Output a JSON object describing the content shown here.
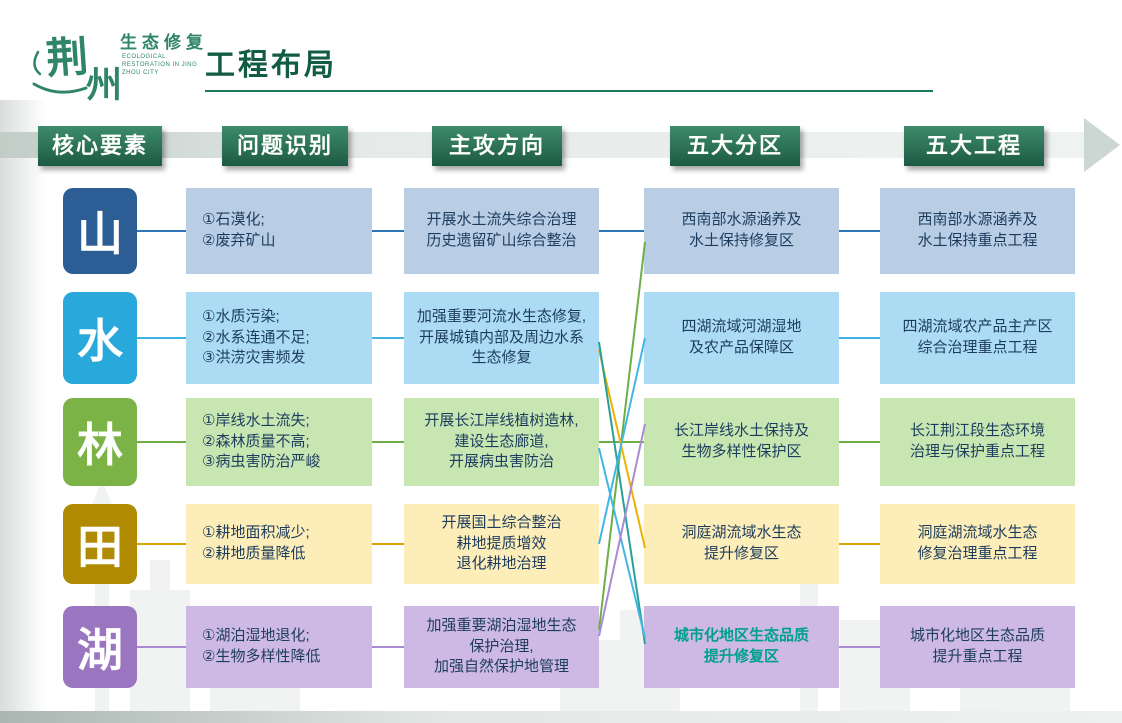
{
  "header": {
    "logo": {
      "char_top": "荆",
      "char_bottom": "州",
      "tagline": "生态修复",
      "subtext": "ECOLOGICAL RESTORATION IN JING ZHOU CITY"
    },
    "title": "工程布局"
  },
  "columns": [
    "核心要素",
    "问题识别",
    "主攻方向",
    "五大分区",
    "五大工程"
  ],
  "rows": [
    {
      "element": "山",
      "problems": "①石漠化;\n②废弃矿山",
      "direction": "开展水土流失综合治理\n历史遗留矿山综合整治",
      "zone": "西南部水源涵养及\n水土保持修复区",
      "project": "西南部水源涵养及\n水土保持重点工程",
      "colors": {
        "icon": "#2c5d94",
        "box": "#b9cde4",
        "line": "#2e75b6"
      }
    },
    {
      "element": "水",
      "problems": "①水质污染;\n②水系连通不足;\n③洪涝灾害频发",
      "direction": "加强重要河流水生态修复,\n开展城镇内部及周边水系\n生态修复",
      "zone": "四湖流域河湖湿地\n及农产品保障区",
      "project": "四湖流域农产品主产区\n综合治理重点工程",
      "colors": {
        "icon": "#29a8dc",
        "box": "#abdcf4",
        "line": "#3fb3e3"
      }
    },
    {
      "element": "林",
      "problems": "①岸线水土流失;\n②森林质量不高;\n③病虫害防治严峻",
      "direction": "开展长江岸线植树造林,\n建设生态廊道,\n开展病虫害防治",
      "zone": "长江岸线水土保持及\n生物多样性保护区",
      "project": "长江荆江段生态环境\n治理与保护重点工程",
      "colors": {
        "icon": "#7cb347",
        "box": "#c8e6b2",
        "line": "#6fae45"
      }
    },
    {
      "element": "田",
      "problems": "①耕地面积减少;\n②耕地质量降低",
      "direction": "开展国土综合整治\n耕地提质增效\n退化耕地治理",
      "zone": "洞庭湖流域水生态\n提升修复区",
      "project": "洞庭湖流域水生态\n修复治理重点工程",
      "colors": {
        "icon": "#b08a00",
        "box": "#fdedb8",
        "line": "#d9a400"
      }
    },
    {
      "element": "湖",
      "problems": "①湖泊湿地退化;\n②生物多样性降低",
      "direction": "加强重要湖泊湿地生态\n保护治理,\n加强自然保护地管理",
      "zone": "城市化地区生态品质\n提升修复区",
      "project": "城市化地区生态品质\n提升重点工程",
      "colors": {
        "icon": "#9a76c1",
        "box": "#cdb9e4",
        "line": "#a98bd3"
      },
      "zone_text_color": "#00a08c"
    }
  ],
  "connector_line_colors": [
    "#6fae45",
    "#f0b000",
    "#27a098",
    "#41b6e6",
    "#a98bd3"
  ]
}
